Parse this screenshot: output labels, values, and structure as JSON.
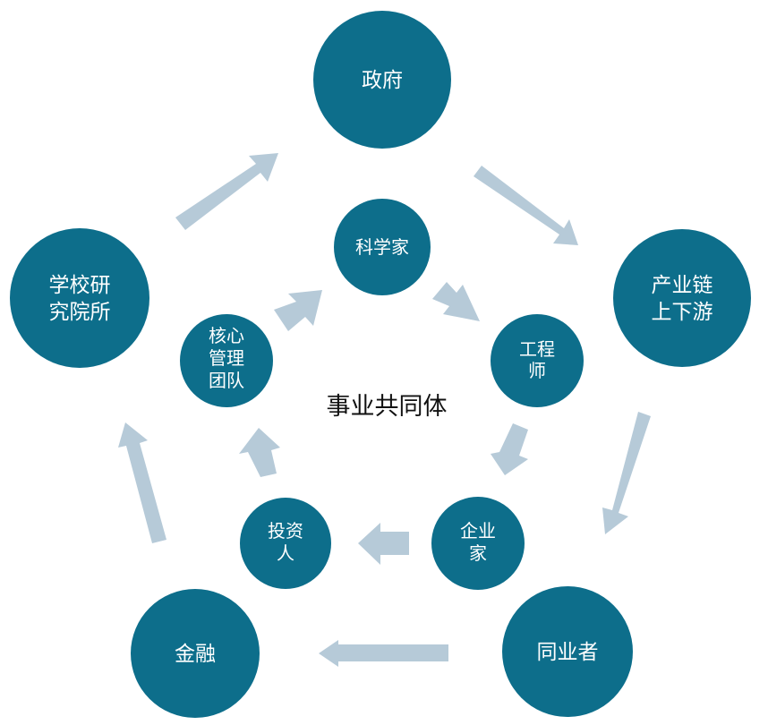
{
  "center_label": "事业共同体",
  "outer_nodes": [
    {
      "id": "government",
      "lines": [
        "政府"
      ]
    },
    {
      "id": "industry-chain",
      "lines": [
        "产业链",
        "上下游"
      ]
    },
    {
      "id": "peers",
      "lines": [
        "同业者"
      ]
    },
    {
      "id": "finance",
      "lines": [
        "金融"
      ]
    },
    {
      "id": "research",
      "lines": [
        "学校研",
        "究院所"
      ]
    }
  ],
  "inner_nodes": [
    {
      "id": "scientist",
      "lines": [
        "科学家"
      ]
    },
    {
      "id": "engineer",
      "lines": [
        "工程",
        "师"
      ]
    },
    {
      "id": "entrepreneur",
      "lines": [
        "企业",
        "家"
      ]
    },
    {
      "id": "investor",
      "lines": [
        "投资",
        "人"
      ]
    },
    {
      "id": "core-team",
      "lines": [
        "核心",
        "管理",
        "团队"
      ]
    }
  ],
  "colors": {
    "node": "#0d6e8b",
    "arrow": "#b6cad8",
    "text": "#ffffff"
  }
}
